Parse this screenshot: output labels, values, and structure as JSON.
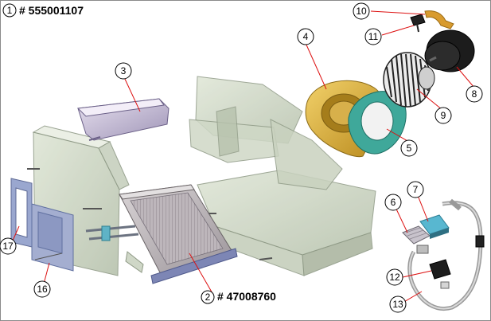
{
  "part_numbers": {
    "assembly": "# 555001107",
    "heater_core": "# 47008760"
  },
  "callouts": [
    "1",
    "2",
    "3",
    "4",
    "5",
    "6",
    "7",
    "8",
    "9",
    "10",
    "11",
    "12",
    "13",
    "16",
    "17"
  ]
}
